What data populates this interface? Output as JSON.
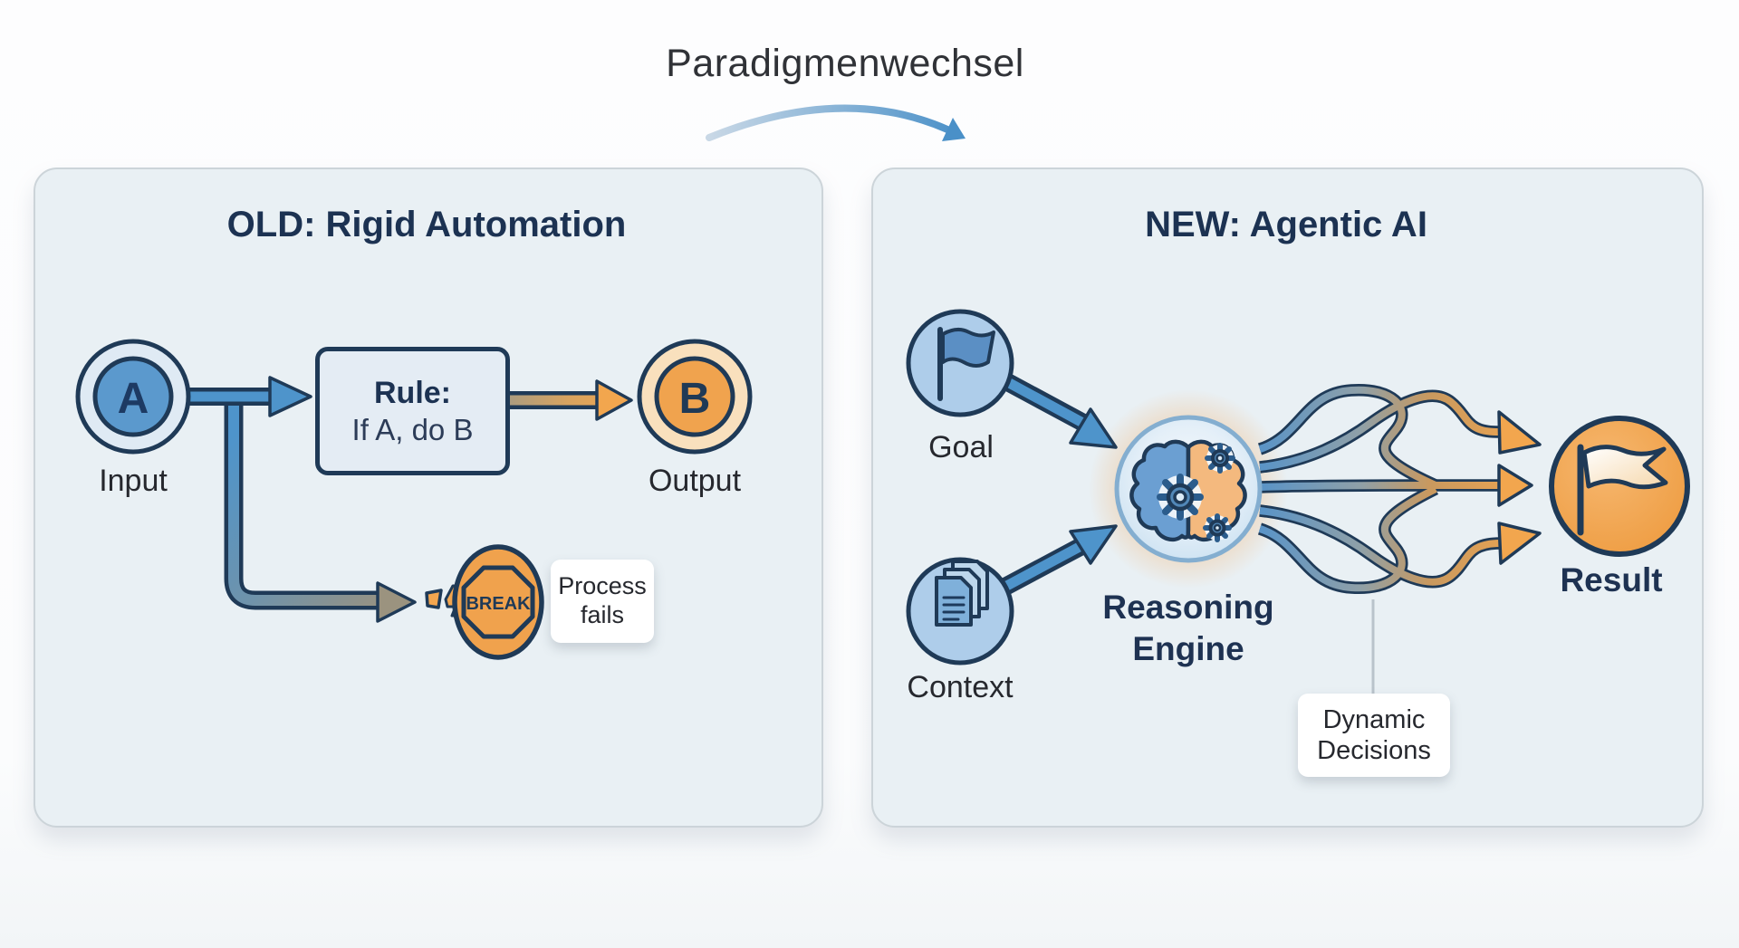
{
  "page": {
    "title": "Paradigmenwechsel"
  },
  "colors": {
    "navy": "#1f3a57",
    "blue": "#4e94cb",
    "orange": "#f0a24d",
    "panel_bg": "#e9f0f4"
  },
  "old_panel": {
    "title": "OLD: Rigid Automation",
    "input": {
      "letter": "A",
      "label": "Input"
    },
    "rule": {
      "title": "Rule:",
      "body": "If A, do B"
    },
    "output": {
      "letter": "B",
      "label": "Output"
    },
    "break_node": {
      "label": "BREAK"
    },
    "fail_callout": "Process fails"
  },
  "new_panel": {
    "title": "NEW: Agentic AI",
    "goal_label": "Goal",
    "context_label": "Context",
    "engine_label": "Reasoning Engine",
    "decisions_callout": "Dynamic Decisions",
    "result_label": "Result"
  }
}
